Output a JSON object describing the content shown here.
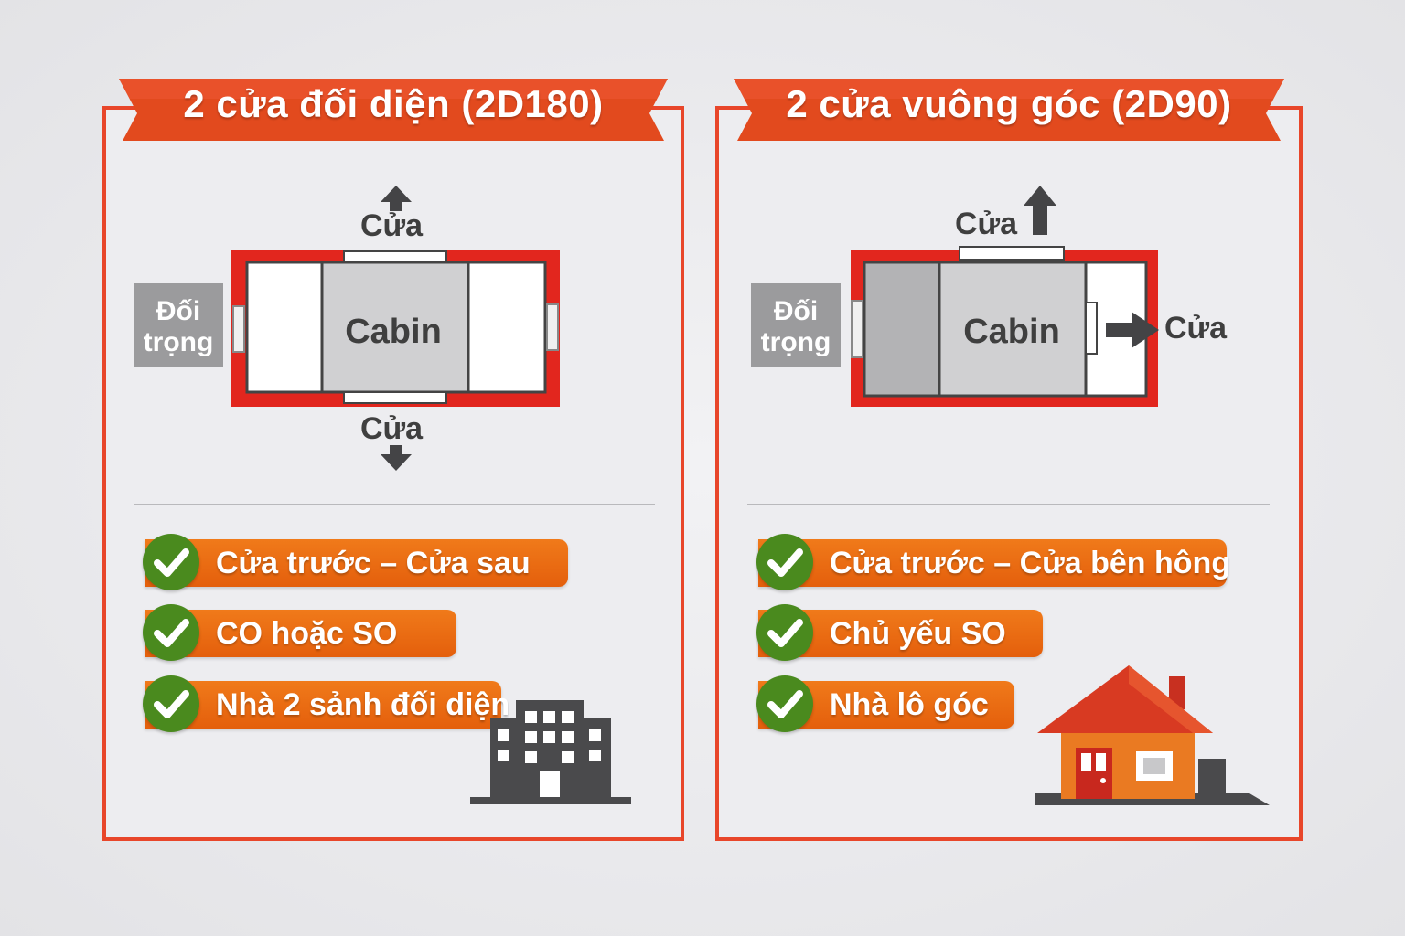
{
  "colors": {
    "accent_red": "#e8462a",
    "accent_orange": "#ef7117",
    "check_green": "#4a8a1e",
    "dark_gray": "#444446"
  },
  "left": {
    "title": "2 cửa đối diện (2D180)",
    "door_top": "Cửa",
    "door_bottom": "Cửa",
    "cabin": "Cabin",
    "counterweight_line1": "Đối",
    "counterweight_line2": "trọng",
    "features": [
      "Cửa trước – Cửa sau",
      "CO hoặc SO",
      "Nhà 2 sảnh đối diện"
    ],
    "icon": "apartment-building-icon"
  },
  "right": {
    "title": "2 cửa vuông góc (2D90)",
    "door_top": "Cửa",
    "door_side": "Cửa",
    "cabin": "Cabin",
    "counterweight_line1": "Đối",
    "counterweight_line2": "trọng",
    "features": [
      "Cửa trước – Cửa bên hông",
      "Chủ yếu SO",
      "Nhà lô góc"
    ],
    "icon": "house-icon"
  }
}
